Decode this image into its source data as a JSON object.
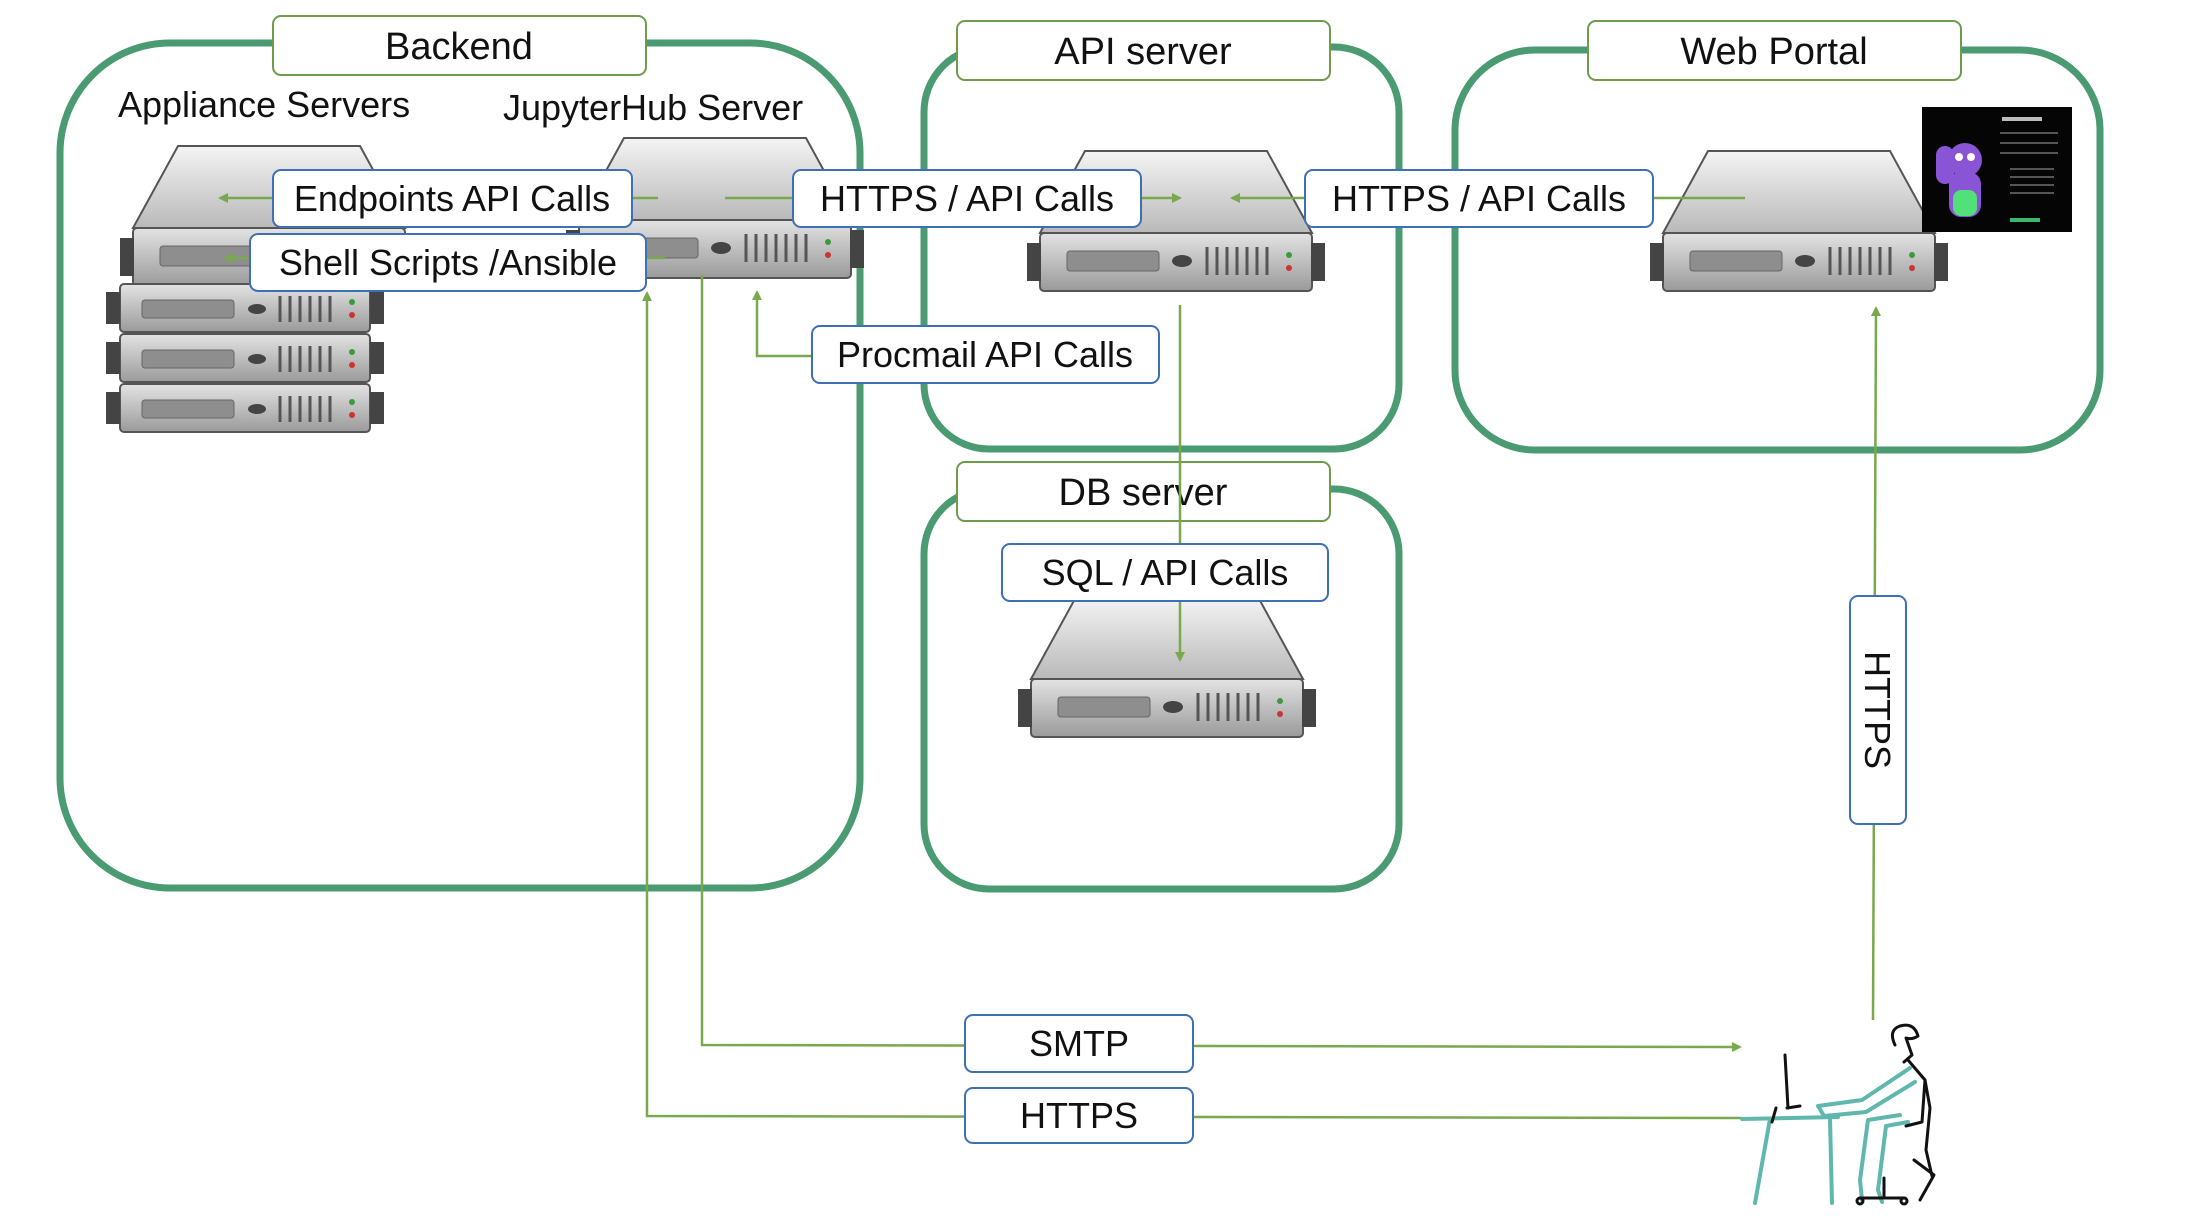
{
  "colors": {
    "group_border": "#4a9a72",
    "label_border": "#6f9c4c",
    "connector": "#79a94e",
    "call_border": "#3f6fb6",
    "text": "#111111",
    "person": "#5fb7ad"
  },
  "groups": {
    "backend": "Backend",
    "api": "API server",
    "web": "Web Portal",
    "db": "DB server"
  },
  "subtitles": {
    "appliance": "Appliance Servers",
    "jupyter": "JupyterHub Server"
  },
  "calls": {
    "endpoints": "Endpoints API Calls",
    "shell": "Shell Scripts /Ansible",
    "https_api_1": "HTTPS / API Calls",
    "https_api_2": "HTTPS / API Calls",
    "procmail": "Procmail API Calls",
    "sql": "SQL / API Calls",
    "smtp": "SMTP",
    "https_bottom": "HTTPS",
    "https_vertical": "HTTPS"
  },
  "icons": [
    "server-icon",
    "server-rack-icon",
    "portal-screenshot-icon",
    "user-at-desk-icon"
  ]
}
